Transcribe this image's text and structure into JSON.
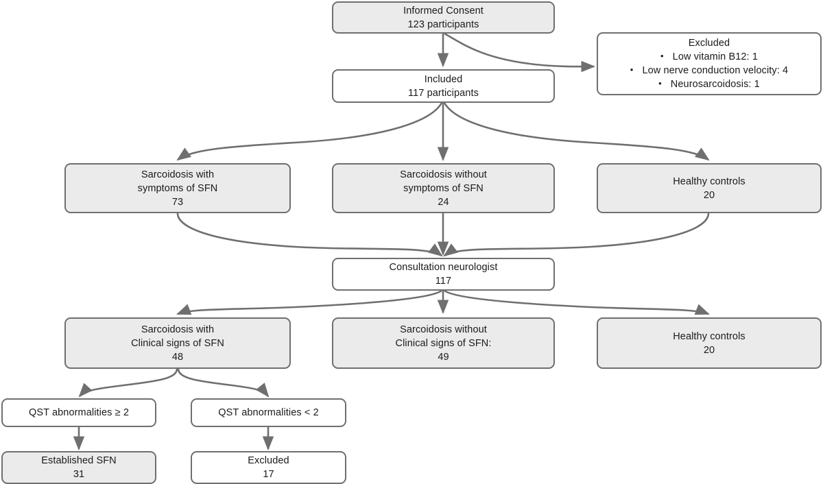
{
  "diagram": {
    "title": "Study participant flow diagram",
    "type": "flowchart",
    "colors": {
      "box_border": "#6f6f6f",
      "box_fill_shaded": "#ebebeb",
      "box_fill_plain": "#ffffff",
      "arrow": "#6f6f6f",
      "text": "#1a1a1a",
      "background": "#ffffff"
    }
  },
  "nodes": {
    "informed_consent": {
      "line1": "Informed Consent",
      "line2": "123 participants"
    },
    "excluded_top": {
      "title": "Excluded",
      "items": [
        "Low vitamin B12: 1",
        "Low nerve conduction velocity: 4",
        "Neurosarcoidosis: 1"
      ],
      "bullet": "•"
    },
    "included": {
      "line1": "Included",
      "line2": "117 participants"
    },
    "sarc_with_symptoms": {
      "line1": "Sarcoidosis with",
      "line2": "symptoms of SFN",
      "line3": "73"
    },
    "sarc_without_symptoms": {
      "line1": "Sarcoidosis without",
      "line2": "symptoms of SFN",
      "line3": "24"
    },
    "healthy_controls_1": {
      "line1": "Healthy controls",
      "line2": "20"
    },
    "consultation_neurologist": {
      "line1": "Consultation neurologist",
      "line2": "117"
    },
    "sarc_with_signs": {
      "line1": "Sarcoidosis with",
      "line2": "Clinical signs of SFN",
      "line3": "48"
    },
    "sarc_without_signs": {
      "line1": "Sarcoidosis without",
      "line2": "Clinical signs of SFN:",
      "line3": "49"
    },
    "healthy_controls_2": {
      "line1": "Healthy controls",
      "line2": "20"
    },
    "qst_ge2": {
      "line1": "QST abnormalities ≥ 2"
    },
    "qst_lt2": {
      "line1": "QST abnormalities < 2"
    },
    "established_sfn": {
      "line1": "Established SFN",
      "line2": "31"
    },
    "excluded_bottom": {
      "line1": "Excluded",
      "line2": "17"
    }
  }
}
